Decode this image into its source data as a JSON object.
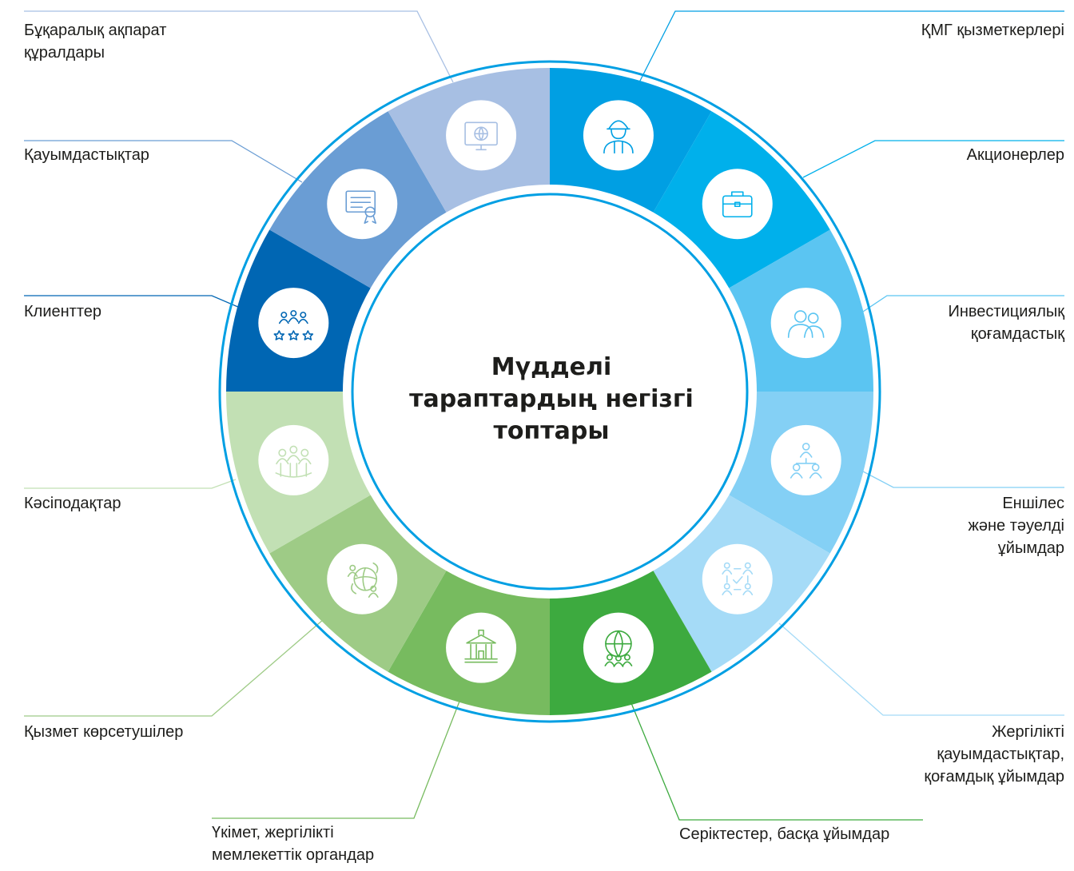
{
  "title": "Мүдделі\nтараптардың негізгі\nтоптары",
  "groups": [
    {
      "label": "ҚМГ қызметкерлері",
      "icon": "worker-helmet-icon",
      "color": "#009fe3"
    },
    {
      "label": "Акционерлер",
      "icon": "briefcase-icon",
      "color": "#00b0eb"
    },
    {
      "label": "Инвестициялық\nқоғамдастық",
      "icon": "investors-icon",
      "color": "#5bc5f2"
    },
    {
      "label": "Еншілес\nжәне тәуелді\nұйымдар",
      "icon": "org-structure-icon",
      "color": "#84d0f5"
    },
    {
      "label": "Жергілікті\nқауымдастықтар,\nқоғамдық ұйымдар",
      "icon": "community-network-icon",
      "color": "#a5dbf7"
    },
    {
      "label": "Серіктестер, басқа ұйымдар",
      "icon": "globe-partners-icon",
      "color": "#3daa3f"
    },
    {
      "label": "Үкімет, жергілікті\nмемлекеттік органдар",
      "icon": "government-building-icon",
      "color": "#77bb5f"
    },
    {
      "label": "Қызмет көрсетушілер",
      "icon": "service-providers-icon",
      "color": "#9ecb86"
    },
    {
      "label": "Кәсіподақтар",
      "icon": "trade-unions-icon",
      "color": "#c2e0b4"
    },
    {
      "label": "Клиенттер",
      "icon": "clients-rating-icon",
      "color": "#0066b3"
    },
    {
      "label": "Қауымдастықтар",
      "icon": "certificate-icon",
      "color": "#6a9dd4"
    },
    {
      "label": "Бұқаралық ақпарат\nқұралдары",
      "icon": "media-monitor-icon",
      "color": "#a7bfe3"
    }
  ]
}
